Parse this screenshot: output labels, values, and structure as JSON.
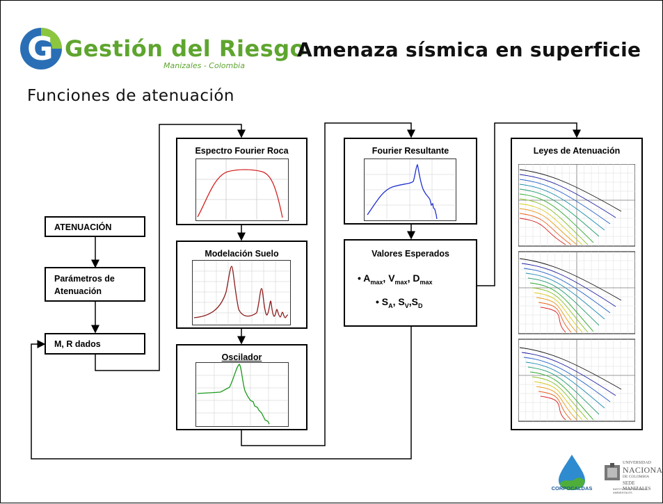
{
  "header": {
    "logo_text": "Gestión del Riesgo",
    "logo_subtitle": "Manizales - Colombia",
    "title": "Amenaza sísmica en superficie",
    "subtitle": "Funciones de atenuación"
  },
  "left_column": {
    "atenuacion": "ATENUACIÓN",
    "parametros_line1": "Parámetros de",
    "parametros_line2": "Atenuación",
    "mr_dados": "M, R dados"
  },
  "middle_column": {
    "espectro": "Espectro Fourier Roca",
    "modelacion": "Modelación Suelo",
    "oscilador": "Oscilador"
  },
  "right_column": {
    "fourier_resultante": "Fourier Resultante",
    "valores_esperados": "Valores Esperados",
    "bullet1_A": "A",
    "bullet1_A_sub": "max",
    "bullet1_V": "V",
    "bullet1_V_sub": "max",
    "bullet1_D": "D",
    "bullet1_D_sub": "max",
    "bullet2_S1": "S",
    "bullet2_S1_sub": "A",
    "bullet2_S2": "S",
    "bullet2_S2_sub": "V",
    "bullet2_S3": "S",
    "bullet2_S3_sub": "D"
  },
  "leyes": {
    "title": "Leyes de Atenuación"
  },
  "footer": {
    "corpocaldas": "CORPOCALDAS",
    "universidad": "UNIVERSIDAD",
    "nacional": "NACIONAL",
    "de_colombia": "DE COLOMBIA",
    "sede": "SEDE MANIZALES",
    "instituto": "INSTITUTO DE ESTUDIOS AMBIENTALES"
  },
  "colors": {
    "logo_green": "#5ea52f",
    "logo_blue": "#2a6fb5",
    "spectrum_red": "#d62020",
    "soil_darkred": "#8b1a1a",
    "oscillator_green": "#1a9a1a",
    "fourier_blue": "#1f2fd0"
  }
}
